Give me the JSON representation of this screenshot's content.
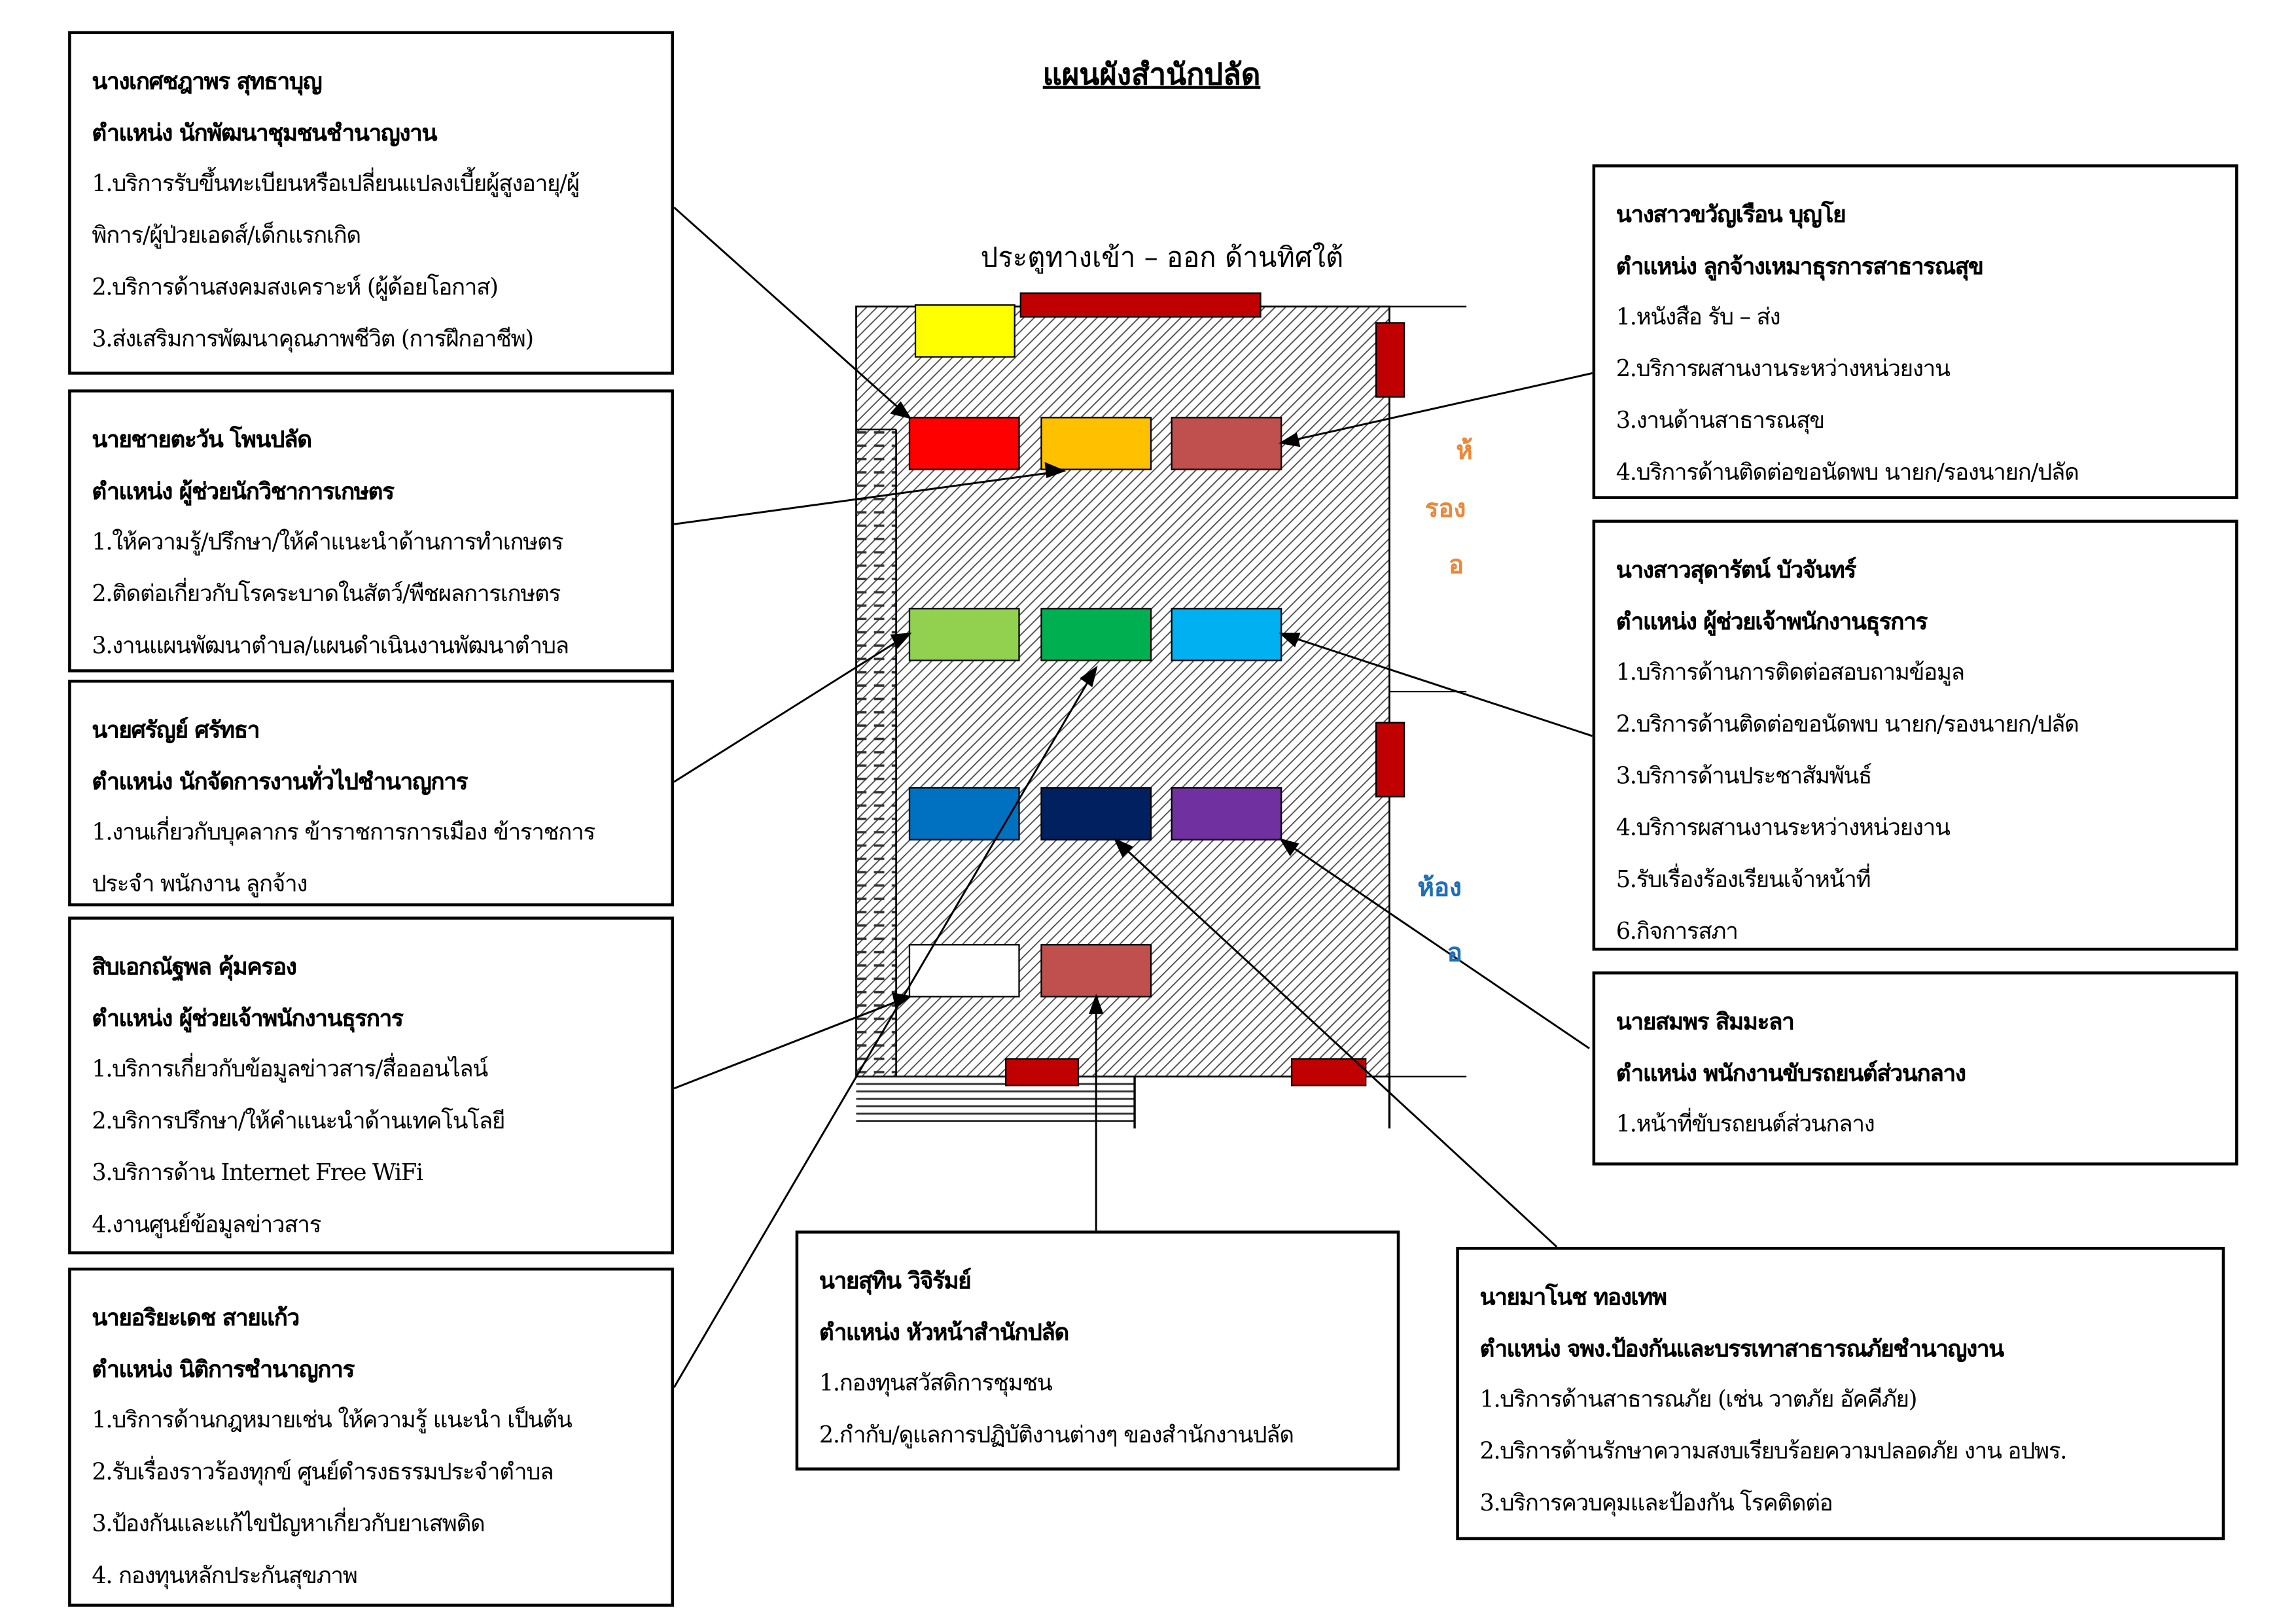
{
  "title": "แผนผังสำนักปลัด",
  "entrance_label": "ประตูทางเข้า – ออก ด้านทิศใต้",
  "cutoff_labels": [
    "ห้",
    "รอง",
    "อ",
    "ห้อง",
    "อ"
  ],
  "colors": {
    "hatch": "#555555",
    "door_red": "#c00000",
    "frag_orange": "#e88a3c",
    "frag_blue": "#1f6fb5",
    "desks": [
      "#ffff00",
      "#ff0000",
      "#ffc000",
      "#c0504d",
      "#92d050",
      "#00b050",
      "#00b0f0",
      "#0070c0",
      "#002060",
      "#7030a0",
      "#ffffff",
      "#c0504d"
    ]
  },
  "staff": [
    {
      "name": "นางเกศชฎาพร  สุทธาบุญ",
      "position": "ตำแหน่ง  นักพัฒนาชุมชนชำนาญงาน",
      "duties": [
        "1.บริการรับขึ้นทะเบียนหรือเปลี่ยนแปลงเบี้ยผู้สูงอายุ/ผู้",
        "พิการ/ผู้ป่วยเอดส์/เด็กแรกเกิด",
        "2.บริการด้านสงคมสงเคราะห์ (ผู้ด้อยโอกาส)",
        "3.ส่งเสริมการพัฒนาคุณภาพชีวิต (การฝึกอาชีพ)"
      ]
    },
    {
      "name": "นายชายตะวัน  โพนปลัด",
      "position": "ตำแหน่ง  ผู้ช่วยนักวิชาการเกษตร",
      "duties": [
        "1.ให้ความรู้/ปรึกษา/ให้คำแนะนำด้านการทำเกษตร",
        "2.ติดต่อเกี่ยวกับโรคระบาดในสัตว์/พืชผลการเกษตร",
        "3.งานแผนพัฒนาตำบล/แผนดำเนินงานพัฒนาตำบล"
      ]
    },
    {
      "name": "นายศรัญย์  ศรัทธา",
      "position": "ตำแหน่ง  นักจัดการงานทั่วไปชำนาญการ",
      "duties": [
        "1.งานเกี่ยวกับบุคลากร ข้าราชการการเมือง ข้าราชการ",
        "ประจำ  พนักงาน  ลูกจ้าง"
      ]
    },
    {
      "name": "สิบเอกณัฐพล  คุ้มครอง",
      "position": "ตำแหน่ง  ผู้ช่วยเจ้าพนักงานธุรการ",
      "duties": [
        "1.บริการเกี่ยวกับข้อมูลข่าวสาร/สื่อออนไลน์",
        "2.บริการปรึกษา/ให้คำแนะนำด้านเทคโนโลยี",
        "3.บริการด้าน  Internet Free WiFi",
        "4.งานศูนย์ข้อมูลข่าวสาร"
      ]
    },
    {
      "name": "นายอริยะเดช  สายแก้ว",
      "position": "ตำแหน่ง  นิติการชำนาญการ",
      "duties": [
        "1.บริการด้านกฎหมายเช่น  ให้ความรู้  แนะนำ  เป็นต้น",
        "2.รับเรื่องราวร้องทุกข์  ศูนย์ดำรงธรรมประจำตำบล",
        "3.ป้องกันและแก้ไขปัญหาเกี่ยวกับยาเสพติด",
        "4.  กองทุนหลักประกันสุขภาพ"
      ]
    },
    {
      "name": "นายสุทิน  วิจิรัมย์",
      "position": "ตำแหน่ง  หัวหน้าสำนักปลัด",
      "duties": [
        "1.กองทุนสวัสดิการชุมชน",
        "2.กำกับ/ดูแลการปฏิบัติงานต่างๆ  ของสำนักงานปลัด"
      ]
    },
    {
      "name": "นายมาโนช  ทองเทพ",
      "position": "ตำแหน่ง  จพง.ป้องกันและบรรเทาสาธารณภัยชำนาญงาน",
      "duties": [
        "1.บริการด้านสาธารณภัย (เช่น  วาตภัย  อัคคีภัย)",
        "2.บริการด้านรักษาความสงบเรียบร้อยความปลอดภัย  งาน  อปพร.",
        "3.บริการควบคุมและป้องกัน  โรคติดต่อ"
      ]
    },
    {
      "name": "นายสมพร  สิมมะลา",
      "position": "ตำแหน่ง  พนักงานขับรถยนต์ส่วนกลาง",
      "duties": [
        "1.หน้าที่ขับรถยนต์ส่วนกลาง"
      ]
    },
    {
      "name": "นางสาวสุดารัตน์  บัวจันทร์",
      "position": "ตำแหน่ง  ผู้ช่วยเจ้าพนักงานธุรการ",
      "duties": [
        "1.บริการด้านการติดต่อสอบถามข้อมูล",
        "2.บริการด้านติดต่อขอนัดพบ  นายก/รองนายก/ปลัด",
        "3.บริการด้านประชาสัมพันธ์",
        "4.บริการผสานงานระหว่างหน่วยงาน",
        "5.รับเรื่องร้องเรียนเจ้าหน้าที่",
        "6.กิจการสภา"
      ]
    },
    {
      "name": "นางสาวขวัญเรือน  บุญโย",
      "position": "ตำแหน่ง  ลูกจ้างเหมาธุรการสาธารณสุข",
      "duties": [
        "1.หนังสือ  รับ – ส่ง",
        "2.บริการผสานงานระหว่างหน่วยงาน",
        "3.งานด้านสาธารณสุข",
        "4.บริการด้านติดต่อขอนัดพบ  นายก/รองนายก/ปลัด"
      ]
    }
  ]
}
